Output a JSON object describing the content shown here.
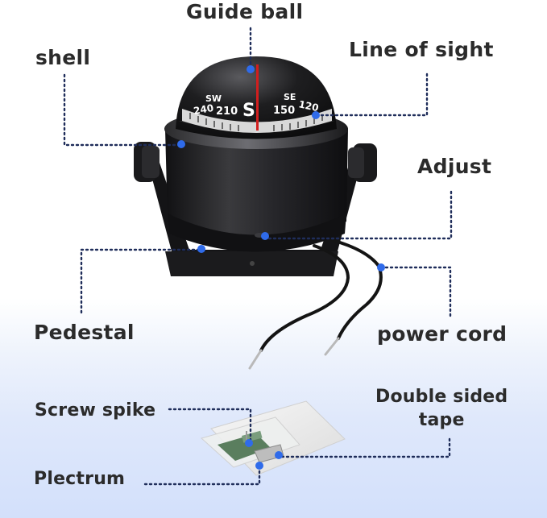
{
  "labels": {
    "guide_ball": "Guide ball",
    "shell": "shell",
    "line_of_sight": "Line of sight",
    "adjust": "Adjust",
    "pedestal": "Pedestal",
    "power_cord": "power cord",
    "screw_spike": "Screw spike",
    "double_sided_tape_line1": "Double sided",
    "double_sided_tape_line2": "tape",
    "plectrum": "Plectrum"
  },
  "compass_dial": {
    "sw": "SW",
    "se": "SE",
    "s": "S",
    "deg_240": "240",
    "deg_210": "210",
    "deg_150": "150",
    "deg_120": "120"
  },
  "colors": {
    "leader_line": "#1f2d5a",
    "marker_dot": "#2f6bea",
    "body": "#1c1c1e",
    "needle": "#d21e1e"
  }
}
